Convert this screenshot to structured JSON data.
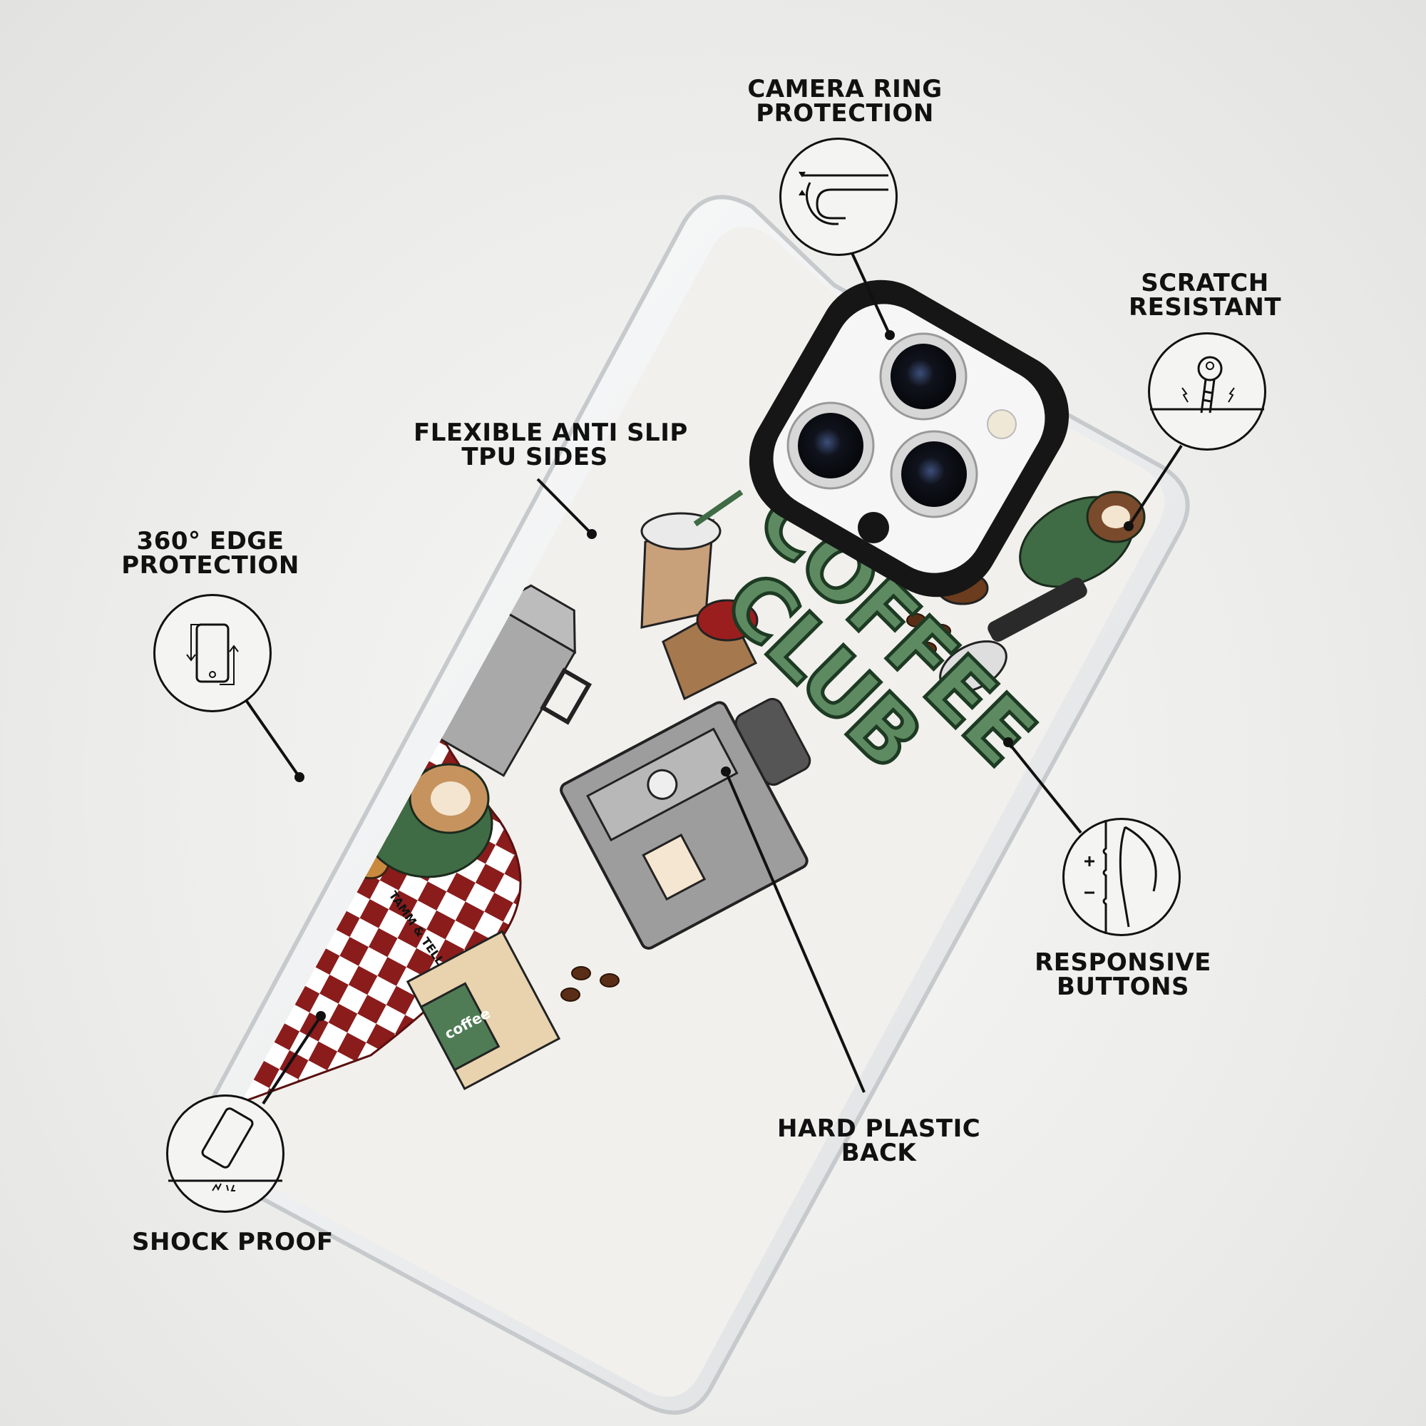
{
  "product": {
    "artwork_title_line1": "COFFEE",
    "artwork_title_line2": "CLUB",
    "artwork_signature": "TAMM & TELL",
    "bag_label": "coffee",
    "colors": {
      "title_green": "#5e8a62",
      "title_outline": "#1d3a22",
      "checker_red": "#8a1c1c",
      "cup_green": "#3f6b45",
      "case_black": "#161616",
      "background": "#ececea"
    }
  },
  "features": {
    "camera_ring": {
      "line1": "CAMERA RING",
      "line2": "PROTECTION",
      "icon": "camera-ring-icon"
    },
    "scratch": {
      "line1": "SCRATCH",
      "line2": "RESISTANT",
      "icon": "key-scratch-icon"
    },
    "anti_slip": {
      "line1": "FLEXIBLE ANTI SLIP",
      "line2": "TPU SIDES"
    },
    "edge": {
      "line1": "360° EDGE",
      "line2": "PROTECTION",
      "icon": "phone-rotate-icon"
    },
    "buttons": {
      "line1": "RESPONSIVE",
      "line2": "BUTTONS",
      "icon": "side-buttons-icon"
    },
    "back": {
      "line1": "HARD PLASTIC",
      "line2": "BACK"
    },
    "shock": {
      "line1": "SHOCK PROOF",
      "icon": "drop-phone-icon"
    }
  }
}
